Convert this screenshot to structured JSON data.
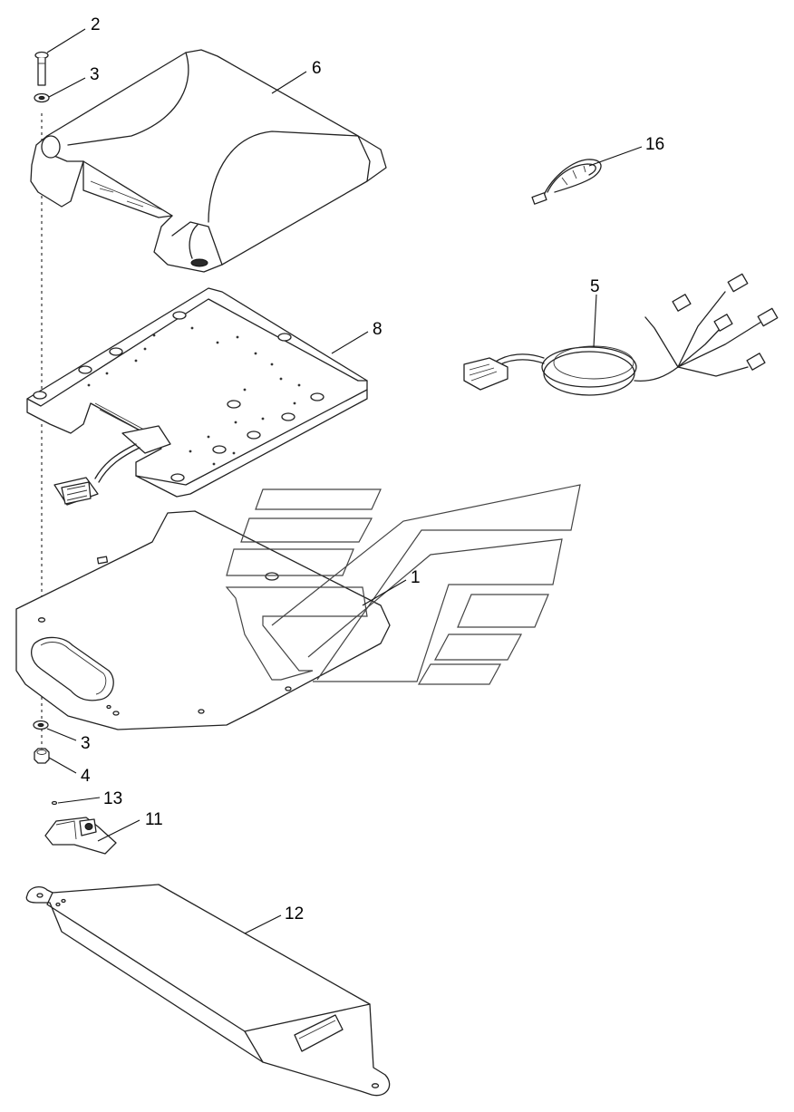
{
  "callouts": [
    {
      "id": "c2",
      "label": "2"
    },
    {
      "id": "c3a",
      "label": "3"
    },
    {
      "id": "c6",
      "label": "6"
    },
    {
      "id": "c16",
      "label": "16"
    },
    {
      "id": "c5",
      "label": "5"
    },
    {
      "id": "c8",
      "label": "8"
    },
    {
      "id": "c1",
      "label": "1"
    },
    {
      "id": "c3b",
      "label": "3"
    },
    {
      "id": "c4",
      "label": "4"
    },
    {
      "id": "c13",
      "label": "13"
    },
    {
      "id": "c11",
      "label": "11"
    },
    {
      "id": "c12",
      "label": "12"
    }
  ]
}
